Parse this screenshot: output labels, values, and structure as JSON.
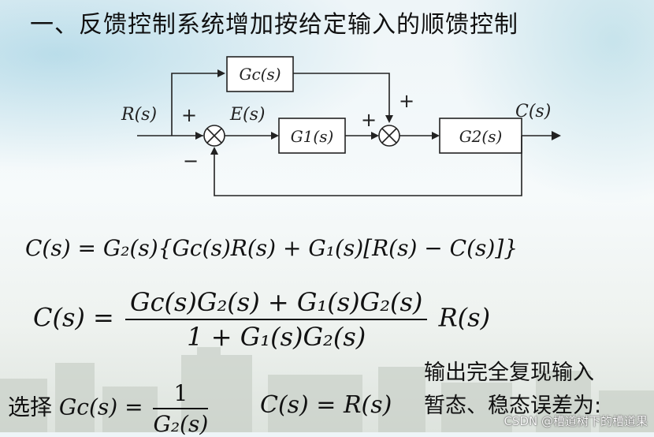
{
  "title": "一、反馈控制系统增加按给定输入的顺馈控制",
  "diagram": {
    "input": "R(s)",
    "error": "E(s)",
    "output": "C(s)",
    "feedforward_block": "Gc(s)",
    "controller_block": "G1(s)",
    "plant_block": "G2(s)",
    "sum1_plus": "+",
    "sum1_minus": "−",
    "sum2_plus_left": "+",
    "sum2_plus_top": "+"
  },
  "equations": {
    "eq1": "C(s) = G₂(s){Gc(s)R(s) + G₁(s)[R(s) − C(s)]}",
    "eq2_lhs": "C(s) =",
    "eq2_num": "Gc(s)G₂(s) + G₁(s)G₂(s)",
    "eq2_den": "1 + G₁(s)G₂(s)",
    "eq2_rhs": "R(s)",
    "choose_label": "选择",
    "choose_lhs": "Gc(s) =",
    "choose_num": "1",
    "choose_den": "G₂(s)",
    "result": "C(s) = R(s)"
  },
  "note": {
    "line1": "输出完全复现输入",
    "line2": "暂态、稳态误差为:"
  },
  "watermark": "CSDN @槽道树下的槽道果"
}
